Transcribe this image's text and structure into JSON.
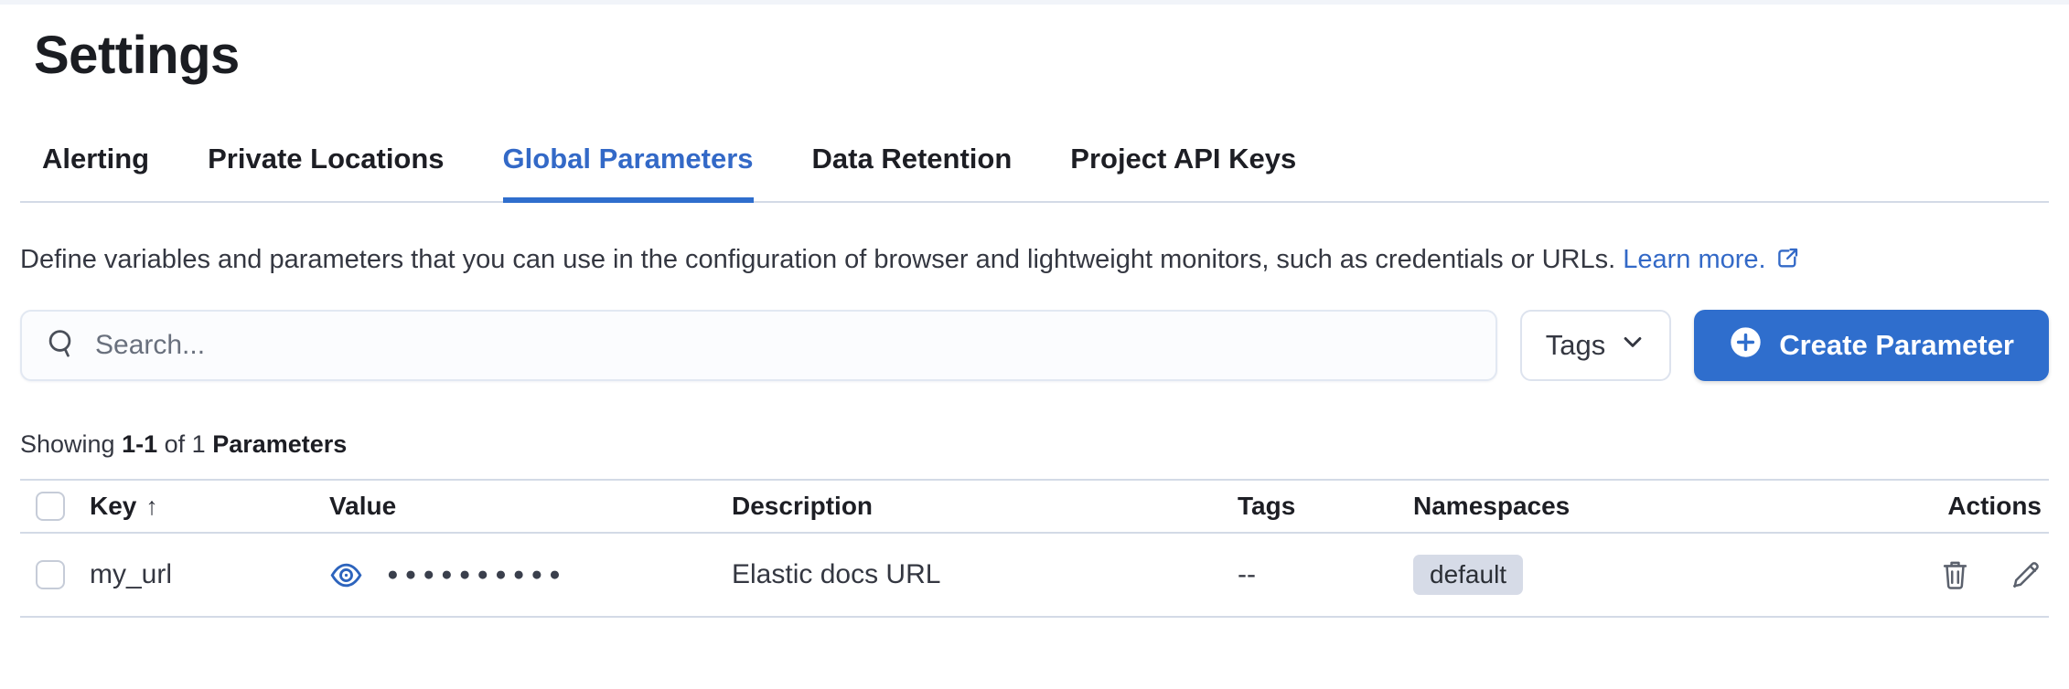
{
  "page": {
    "title": "Settings"
  },
  "tabs": [
    {
      "label": "Alerting"
    },
    {
      "label": "Private Locations"
    },
    {
      "label": "Global Parameters"
    },
    {
      "label": "Data Retention"
    },
    {
      "label": "Project API Keys"
    }
  ],
  "active_tab": "Global Parameters",
  "description": {
    "text": "Define variables and parameters that you can use in the configuration of browser and lightweight monitors, such as credentials or URLs.",
    "link_label": "Learn more."
  },
  "toolbar": {
    "search_placeholder": "Search...",
    "search_value": "",
    "tags_filter_label": "Tags",
    "create_button_label": "Create Parameter"
  },
  "summary": {
    "showing_label": "Showing",
    "range": "1-1",
    "of_label": "of 1",
    "entity": "Parameters"
  },
  "table": {
    "headers": {
      "key": "Key",
      "value": "Value",
      "description": "Description",
      "tags": "Tags",
      "namespaces": "Namespaces",
      "actions": "Actions"
    },
    "sort": {
      "column": "Key",
      "direction": "ascending",
      "arrow": "↑"
    },
    "rows": [
      {
        "key": "my_url",
        "masked_value": "●●●●●●●●●●",
        "description": "Elastic docs URL",
        "tags": "--",
        "namespace_badge": "default"
      }
    ]
  },
  "colors": {
    "primary_blue": "#2f6ecd",
    "link_blue": "#3369c7",
    "divider": "#d3dae6",
    "badge_bg": "#d6dbe7",
    "text": "#343741"
  }
}
